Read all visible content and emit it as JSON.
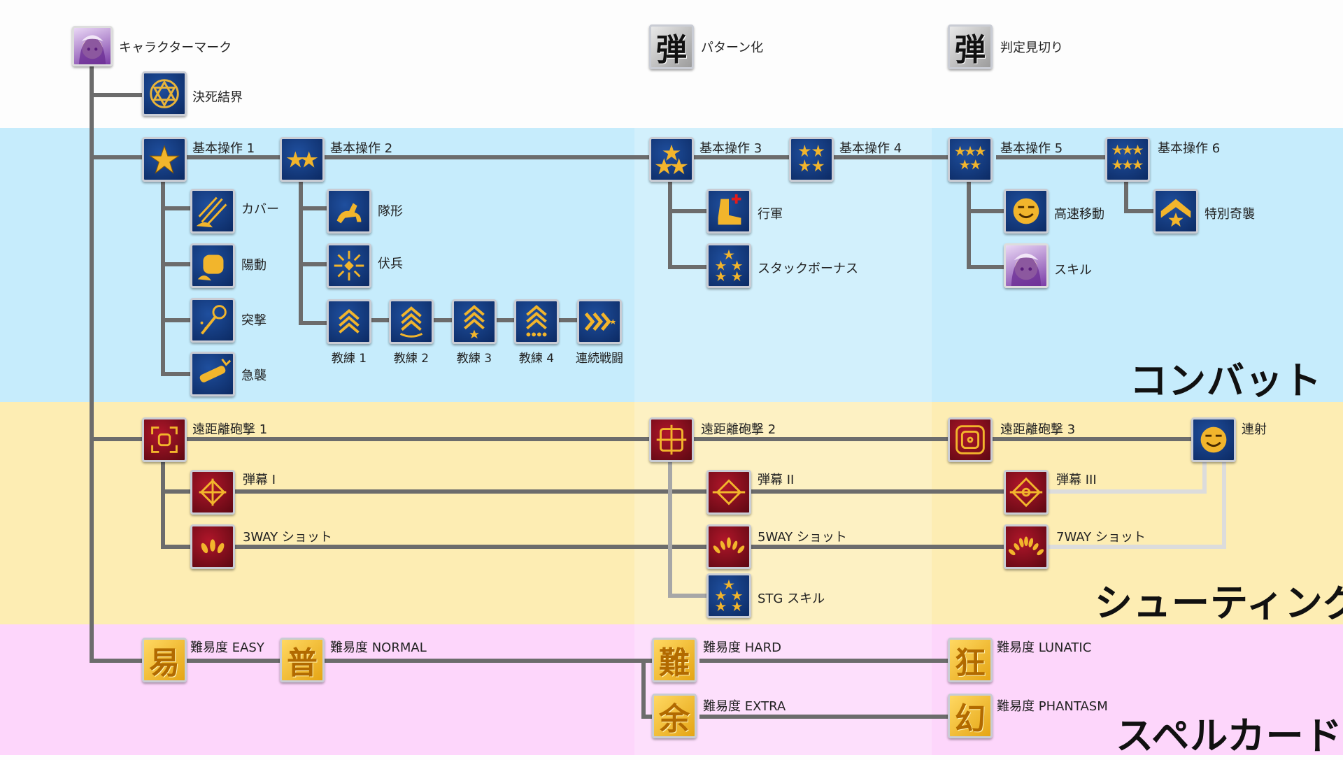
{
  "sections": {
    "combat": "コンバット",
    "shooting": "シューティング",
    "spellcard": "スペルカード"
  },
  "colors": {
    "combat_band": "#c6ecfc",
    "shooting_band": "#fdedb3",
    "spellcard_band": "#fdd6fb",
    "line": "#6c6c6c",
    "line_light": "#d9d9d9",
    "node_blue": "#123a85",
    "node_red": "#8e1020",
    "node_gold": "#f5c23a"
  },
  "nodes": {
    "character_mark": "キャラクターマーク",
    "danmaku_pattern": "パターン化",
    "danmaku_judge": "判定見切り",
    "kesshi_kekkai": "決死結界",
    "basic1": "基本操作 1",
    "basic2": "基本操作 2",
    "basic3": "基本操作 3",
    "basic4": "基本操作 4",
    "basic5": "基本操作 5",
    "basic6": "基本操作 6",
    "cover": "カバー",
    "feint": "陽動",
    "charge": "突撃",
    "raid": "急襲",
    "formation": "隊形",
    "ambush": "伏兵",
    "drill1": "教練 1",
    "drill2": "教練 2",
    "drill3": "教練 3",
    "drill4": "教練 4",
    "combo_battle": "連続戦闘",
    "march": "行軍",
    "stack_bonus": "スタックボーナス",
    "high_speed": "高速移動",
    "skill": "スキル",
    "special_raid": "特別奇襲",
    "long_range1": "遠距離砲撃 1",
    "long_range2": "遠距離砲撃 2",
    "long_range3": "遠距離砲撃 3",
    "rapid_fire": "連射",
    "barrage1": "弾幕 I",
    "barrage2": "弾幕 II",
    "barrage3": "弾幕 III",
    "shot3way": "3WAY ショット",
    "shot5way": "5WAY ショット",
    "shot7way": "7WAY ショット",
    "stg_skill": "STG スキル",
    "diff_easy": "難易度 EASY",
    "diff_normal": "難易度 NORMAL",
    "diff_hard": "難易度 HARD",
    "diff_extra": "難易度 EXTRA",
    "diff_lunatic": "難易度 LUNATIC",
    "diff_phantasm": "難易度 PHANTASM"
  },
  "glyphs": {
    "dan": "弾",
    "easy": "易",
    "normal": "普",
    "hard": "難",
    "extra": "余",
    "lunatic": "狂",
    "phantasm": "幻"
  },
  "icons": {
    "character_mark": "character-portrait-icon",
    "kesshi_kekkai": "hexagram-icon",
    "basic": "star-rank-icon",
    "cover": "arrow-volley-icon",
    "feint": "fist-icon",
    "charge": "mace-icon",
    "raid": "cannon-icon",
    "formation": "cavalry-icon",
    "ambush": "burst-icon",
    "drill": "chevron-rank-icon",
    "combo_battle": "speed-chevrons-icon",
    "march": "boot-icon",
    "high_speed": "smiley-mask-icon",
    "special_raid": "insignia-icon",
    "long_range": "crosshair-icon",
    "barrage": "diamond-target-icon",
    "way_shot": "bullet-spread-icon"
  }
}
